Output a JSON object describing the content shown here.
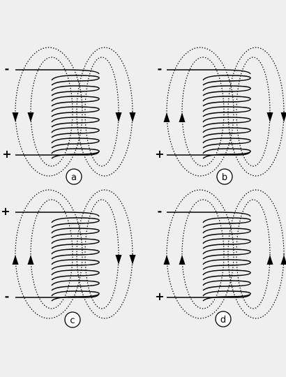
{
  "colors": {
    "background": "#efefef",
    "ink": "#000000",
    "label_fill": "#ffffff"
  },
  "panels": [
    {
      "id": "a",
      "label": "a",
      "top_terminal": "-",
      "bottom_terminal": "+",
      "outer_left_arrows": "down",
      "outer_right_arrows": "down"
    },
    {
      "id": "b",
      "label": "b",
      "top_terminal": "-",
      "bottom_terminal": "+",
      "outer_left_arrows": "up",
      "outer_right_arrows": "down"
    },
    {
      "id": "c",
      "label": "c",
      "top_terminal": "+",
      "bottom_terminal": "-",
      "outer_left_arrows": "up",
      "outer_right_arrows": "down"
    },
    {
      "id": "d",
      "label": "d",
      "top_terminal": "-",
      "bottom_terminal": "+",
      "outer_left_arrows": "up",
      "outer_right_arrows": "up"
    }
  ]
}
